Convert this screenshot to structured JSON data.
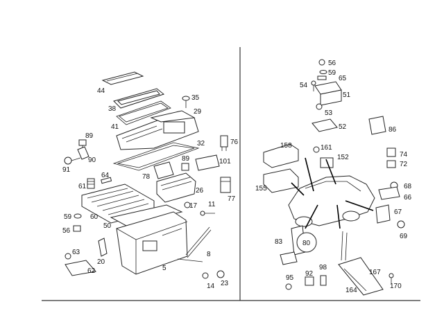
{
  "labels": {
    "l44": "44",
    "l38": "38",
    "l41": "41",
    "l35": "35",
    "l29": "29",
    "l32": "32",
    "l89a": "89",
    "l90": "90",
    "l91": "91",
    "l64": "64",
    "l61": "61",
    "l78": "78",
    "l89b": "89",
    "l101": "101",
    "l26": "26",
    "l76": "76",
    "l77": "77",
    "l17": "17",
    "l11": "11",
    "l59": "59",
    "l56a": "56",
    "l60": "60",
    "l50": "50",
    "l63": "63",
    "l20": "20",
    "l62": "62",
    "l5": "5",
    "l8": "8",
    "l14": "14",
    "l23": "23",
    "l56b": "56",
    "l59b": "59",
    "l65": "65",
    "l54": "54",
    "l51": "51",
    "l53": "53",
    "l52": "52",
    "l86": "86",
    "l158": "158",
    "l161": "161",
    "l152": "152",
    "l74": "74",
    "l72": "72",
    "l155": "155",
    "l68": "68",
    "l66": "66",
    "l67": "67",
    "l69": "69",
    "l83": "83",
    "l80": "80",
    "l98": "98",
    "l167": "167",
    "l92": "92",
    "l95": "95",
    "l164": "164",
    "l170": "170"
  }
}
